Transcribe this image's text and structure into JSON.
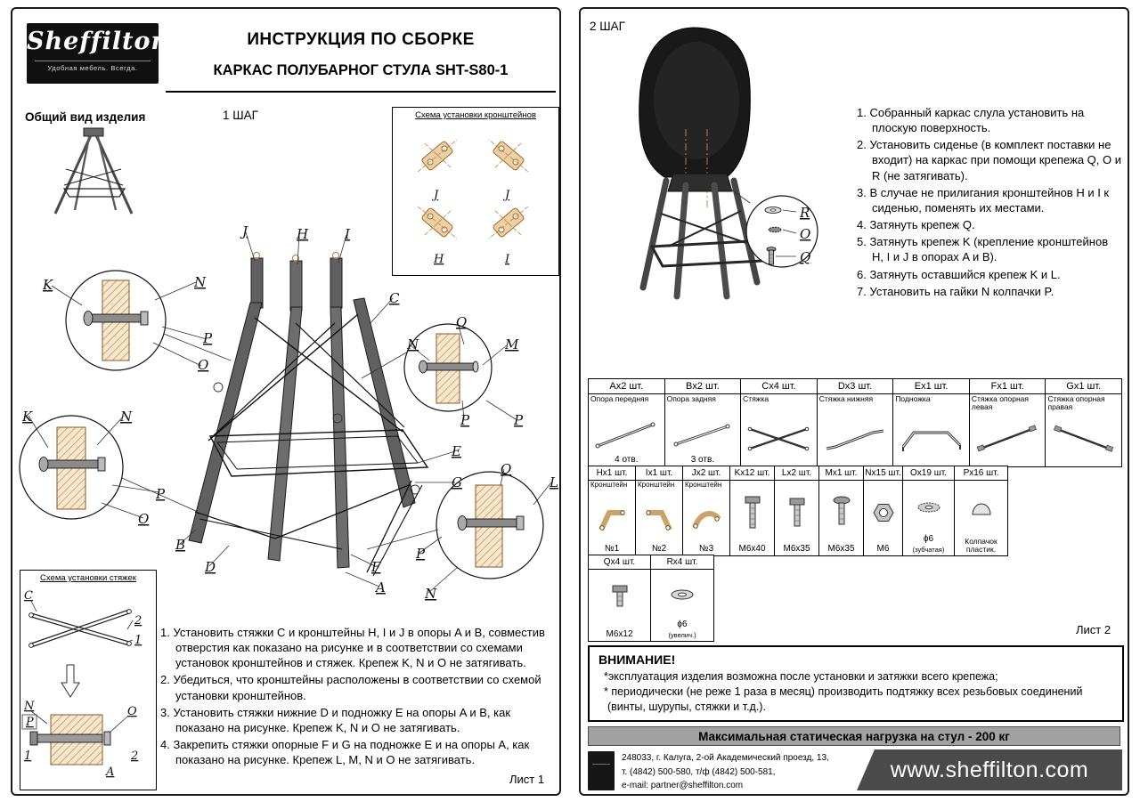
{
  "colors": {
    "tan": "#c08040",
    "gray_bar": "#a2a2a2",
    "web_box": "#4a4a4a",
    "page_border": "#1a1a1a"
  },
  "page1": {
    "brand": "Sheffilton",
    "tagline": "Удобная мебель. Всегда.",
    "title1": "ИНСТРУКЦИЯ ПО СБОРКЕ",
    "title2": "КАРКАС ПОЛУБАРНОГ СТУЛА SHT-S80-1",
    "general_view": "Общий вид изделия",
    "step": "1 ШАГ",
    "bracket_box_title": "Схема установки кронштейнов",
    "bracket_labels": [
      "J",
      "J",
      "H",
      "I"
    ],
    "tie_box_title": "Схема установки стяжек",
    "tie_labels": [
      "C",
      "2",
      "1",
      "N",
      "P",
      "O",
      "1",
      "2",
      "A"
    ],
    "main_labels": [
      "J",
      "H",
      "I",
      "K",
      "N",
      "P",
      "O",
      "C",
      "O",
      "N",
      "M",
      "P",
      "P",
      "E",
      "G",
      "O",
      "L",
      "K",
      "N",
      "P",
      "O",
      "B",
      "D",
      "F",
      "A",
      "P",
      "N"
    ],
    "instructions": [
      "1. Установить стяжки C и кронштейны H,  I и J в опоры A и B, совместив отверстия как показано на рисунке и в соответствии со схемами установок кронштейнов и стяжек. Крепеж K, N и O не затягивать.",
      "2. Убедиться, что кронштейны расположены в соответствии со схемой установки кронштейнов.",
      "3. Установить стяжки нижние D и подножку E на опоры A и B, как показано на рисунке. Крепеж K, N и O не затягивать.",
      "4. Закрепить стяжки опорные F и G на подножке E и на опоры A, как показано на рисунке. Крепеж L, M, N и O не затягивать."
    ],
    "sheet": "Лист 1"
  },
  "page2": {
    "step": "2 ШАГ",
    "chair_labels": [
      "R",
      "O",
      "Q"
    ],
    "instructions": [
      "1. Собранный каркас слула установить на плоскую поверхность.",
      "2. Установить сиденье (в комплект поставки не входит) на каркас при помощи крепежа Q, O и R (не затягивать).",
      "3. В случае не прилигания кронштейнов H и I к сиденью, поменять их местами.",
      "4. Затянуть крепеж Q.",
      "5. Затянуть крепеж K (крепление кронштейнов H, I и J в опорах A и B).",
      "6. Затянуть оставшийся крепеж K и L.",
      "7. Установить на гайки N колпачки P."
    ],
    "parts1": [
      {
        "code": "Ax2 шт.",
        "name": "Опора передняя",
        "note": "4 отв."
      },
      {
        "code": "Bx2 шт.",
        "name": "Опора задняя",
        "note": "3 отв."
      },
      {
        "code": "Cx4 шт.",
        "name": "Стяжка",
        "note": ""
      },
      {
        "code": "Dx3 шт.",
        "name": "Стяжка нижняя",
        "note": ""
      },
      {
        "code": "Ex1 шт.",
        "name": "Подножка",
        "note": ""
      },
      {
        "code": "Fx1 шт.",
        "name": "Стяжка опорная левая",
        "note": ""
      },
      {
        "code": "Gx1 шт.",
        "name": "Стяжка опорная правая",
        "note": ""
      }
    ],
    "parts2": [
      {
        "code": "Hx1 шт.",
        "name": "Кронштейн",
        "note": "№1",
        "note2": ""
      },
      {
        "code": "Ix1 шт.",
        "name": "Кронштейн",
        "note": "№2",
        "note2": ""
      },
      {
        "code": "Jx2 шт.",
        "name": "Кронштейн",
        "note": "№3",
        "note2": ""
      },
      {
        "code": "Kx12 шт.",
        "name": "",
        "note": "М6х40",
        "note2": ""
      },
      {
        "code": "Lx2 шт.",
        "name": "",
        "note": "М6х35",
        "note2": ""
      },
      {
        "code": "Mx1 шт.",
        "name": "",
        "note": "М6х35",
        "note2": ""
      },
      {
        "code": "Nx15 шт.",
        "name": "",
        "note": "М6",
        "note2": ""
      },
      {
        "code": "Ox19 шт.",
        "name": "",
        "note": "ϕ6",
        "note2": "(зубчатая)"
      },
      {
        "code": "Px16 шт.",
        "name": "",
        "note": "Колпачок пластик.",
        "note2": ""
      }
    ],
    "parts3": [
      {
        "code": "Qx4 шт.",
        "note": "М6х12",
        "note2": ""
      },
      {
        "code": "Rx4 шт.",
        "note": "ϕ6",
        "note2": "(увелич.)"
      }
    ],
    "sheet": "Лист 2",
    "warning_title": "ВНИМАНИЕ!",
    "warning1": "*эксплуатация изделия возможна после установки и затяжки всего крепежа;",
    "warning2": "* периодически (не реже 1 раза в месяц) производить подтяжку всех резьбовых соединений (винты, шурупы, стяжки и т.д.).",
    "max_load": "Максимальная статическая нагрузка на стул - 200 кг",
    "footer": {
      "addr1": "248033, г. Калуга, 2-ой Академический проезд, 13,",
      "addr2": "т. (4842) 500-580, т/ф (4842) 500-581,",
      "addr3": "e-mail: partner@sheffilton.com",
      "site": "www.sheffilton.com"
    }
  }
}
